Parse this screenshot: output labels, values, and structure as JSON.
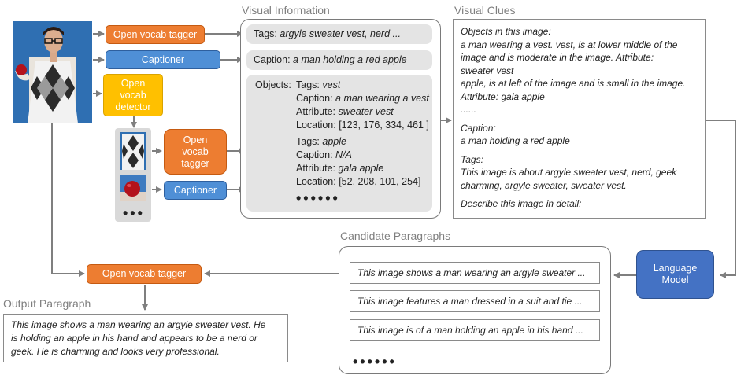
{
  "section_titles": {
    "visual_information": "Visual Information",
    "visual_clues": "Visual Clues",
    "candidate_paragraphs": "Candidate Paragraphs",
    "output_paragraph": "Output Paragraph"
  },
  "modules": {
    "tagger_top": "Open vocab tagger",
    "captioner_top": "Captioner",
    "detector": "Open vocab detector",
    "tagger_mid": "Open vocab tagger",
    "captioner_mid": "Captioner",
    "language_model": "Language Model",
    "tagger_bottom": "Open vocab tagger"
  },
  "crop_ellipsis": "•••",
  "visual_information": {
    "tags_label": "Tags:",
    "tags_value": "argyle sweater vest, nerd ...",
    "caption_label": "Caption:",
    "caption_value": "a man holding a red apple",
    "objects_label": "Objects:",
    "obj1": {
      "tags_label": "Tags:",
      "tags_value": "vest",
      "caption_label": "Caption:",
      "caption_value": "a man wearing a vest",
      "attribute_label": "Attribute:",
      "attribute_value": "sweater vest",
      "location": "Location: [123, 176, 334, 461 ]"
    },
    "obj2": {
      "tags_label": "Tags:",
      "tags_value": "apple",
      "caption_label": "Caption:",
      "caption_value": "N/A",
      "attribute_label": "Attribute:",
      "attribute_value": "gala apple",
      "location": "Location: [52, 208,  101, 254]"
    },
    "ellipsis": "••••••"
  },
  "visual_clues": {
    "l1": "Objects in this image:",
    "l2": "a man wearing a vest. vest, is at lower middle of the",
    "l3": "image and is moderate in the image. Attribute:",
    "l4": "sweater vest",
    "l5": "apple, is at left of the image and is small in the image.",
    "l6": "Attribute: gala apple",
    "l7": "......",
    "l8": "Caption:",
    "l9": "a man holding a red apple",
    "l10": "Tags:",
    "l11": "This image is about argyle sweater vest, nerd, geek",
    "l12": "charming, argyle sweater, sweater vest.",
    "l13": "Describe this image in detail:"
  },
  "candidates": {
    "p1": "This image shows a man wearing an argyle sweater ...",
    "p2": "This image features a man dressed in a suit and tie ...",
    "p3": "This image is of a man holding an apple in his hand ...",
    "ellipsis": "••••••"
  },
  "output_paragraph": {
    "l1": "This image shows a man wearing an argyle sweater vest. He",
    "l2": "is holding an apple in his hand and appears to be a nerd or",
    "l3": "geek. He is charming and looks very professional."
  },
  "colors": {
    "orange": "#ed7d31",
    "blue": "#4f8fd6",
    "yellow": "#ffc000",
    "dark_blue": "#4472c4",
    "arrow": "#7f7f7f"
  }
}
